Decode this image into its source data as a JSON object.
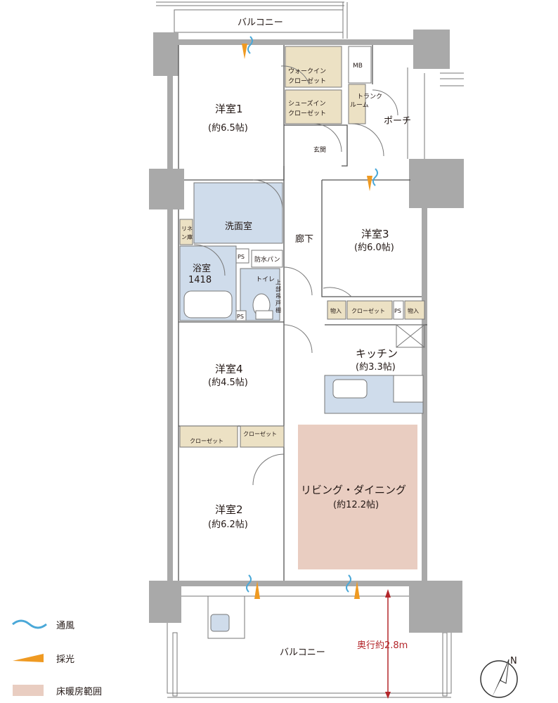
{
  "rooms": {
    "balcony_top": "バルコニー",
    "walkin_closet": [
      "ウォークイン",
      "クローゼット"
    ],
    "mb": "MB",
    "shoesin_closet": [
      "シューズイン",
      "クローゼット"
    ],
    "trunk_room": [
      "トランク",
      "ルーム"
    ],
    "porch": "ポーチ",
    "entrance": "玄関",
    "room1_name": "洋室1",
    "room1_size": "(約6.5帖)",
    "linen": [
      "リネ",
      "ン庫"
    ],
    "washroom": "洗面室",
    "ps": "PS",
    "waterproof_pan": "防水パン",
    "bathroom_name": "浴室",
    "bathroom_size": "1418",
    "toilet": "トイレ",
    "upper_shelf": [
      "上",
      "部",
      "吊",
      "戸",
      "棚"
    ],
    "hallway": "廊下",
    "room3_name": "洋室3",
    "room3_size": "(約6.0帖)",
    "storage": "物入",
    "closet": "クローゼット",
    "kitchen_name": "キッチン",
    "kitchen_size": "(約3.3帖)",
    "room4_name": "洋室4",
    "room4_size": "(約4.5帖)",
    "room2_name": "洋室2",
    "room2_size": "(約6.2帖)",
    "living_name": "リビング・ダイニング",
    "living_size": "(約12.2帖)",
    "balcony_bottom": "バルコニー",
    "depth_label": "奥行約2.8m",
    "compass": "N"
  },
  "legend": {
    "ventilation": "通風",
    "daylight": "採光",
    "floor_heating": "床暖房範囲"
  },
  "colors": {
    "wall": "#a9a9a9",
    "closet_fill": "#ece1c4",
    "wet_area_fill": "#cfdceb",
    "floor_heating_fill": "#e9cdc1",
    "ventilation": "#4aa8d8",
    "daylight": "#ef9a22",
    "depth_arrow": "#b3262a"
  }
}
